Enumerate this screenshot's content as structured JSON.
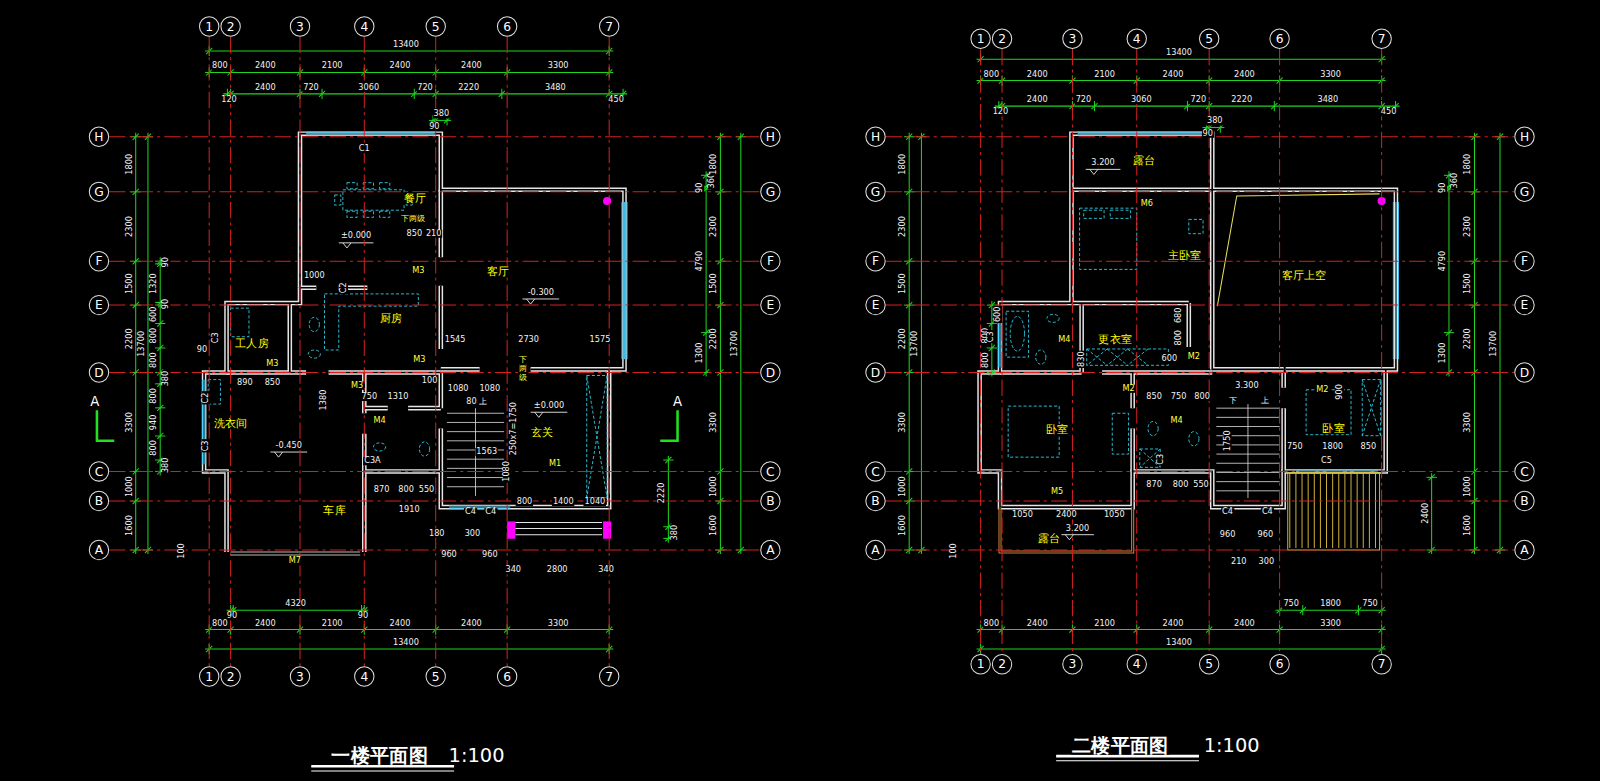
{
  "diagram": {
    "nodes": [
      {
        "text": [
          "1"
        ]
      },
      {
        "text": [
          "2"
        ]
      },
      {
        "text": [
          "3"
        ]
      },
      {
        "text": [
          "4"
        ]
      },
      {
        "text": [
          "5"
        ]
      },
      {
        "text": [
          "6"
        ]
      },
      {
        "text": [
          "7"
        ]
      },
      {
        "text": [
          "1"
        ]
      },
      {
        "text": [
          "2"
        ]
      },
      {
        "text": [
          "3"
        ]
      },
      {
        "text": [
          "4"
        ]
      },
      {
        "text": [
          "5"
        ]
      },
      {
        "text": [
          "6"
        ]
      },
      {
        "text": [
          "7"
        ]
      },
      {
        "text": [
          "H"
        ]
      },
      {
        "text": [
          "G"
        ]
      },
      {
        "text": [
          "F"
        ]
      },
      {
        "text": [
          "E"
        ]
      },
      {
        "text": [
          "D"
        ]
      },
      {
        "text": [
          "C"
        ]
      },
      {
        "text": [
          "B"
        ]
      },
      {
        "text": [
          "A"
        ]
      },
      {
        "text": [
          "H"
        ]
      },
      {
        "text": [
          "G"
        ]
      },
      {
        "text": [
          "F"
        ]
      },
      {
        "text": [
          "E"
        ]
      },
      {
        "text": [
          "D"
        ]
      },
      {
        "text": [
          "C"
        ]
      },
      {
        "text": [
          "B"
        ]
      },
      {
        "text": [
          "A"
        ]
      },
      {
        "text": [
          "H"
        ]
      },
      {
        "text": [
          "G"
        ]
      },
      {
        "text": [
          "F"
        ]
      },
      {
        "text": [
          "E"
        ]
      },
      {
        "text": [
          "D"
        ]
      },
      {
        "text": [
          "C"
        ]
      },
      {
        "text": [
          "B"
        ]
      },
      {
        "text": [
          "A"
        ]
      },
      {
        "text": [
          "H"
        ]
      },
      {
        "text": [
          "G"
        ]
      },
      {
        "text": [
          "F"
        ]
      },
      {
        "text": [
          "E"
        ]
      },
      {
        "text": [
          "D"
        ]
      },
      {
        "text": [
          "C"
        ]
      },
      {
        "text": [
          "B"
        ]
      },
      {
        "text": [
          "A"
        ]
      },
      {
        "text": [
          "1"
        ]
      },
      {
        "text": [
          "2"
        ]
      },
      {
        "text": [
          "3"
        ]
      },
      {
        "text": [
          "4"
        ]
      },
      {
        "text": [
          "5"
        ]
      },
      {
        "text": [
          "6"
        ]
      },
      {
        "text": [
          "7"
        ]
      },
      {
        "text": [
          "1"
        ]
      },
      {
        "text": [
          "2"
        ]
      },
      {
        "text": [
          "3"
        ]
      },
      {
        "text": [
          "4"
        ]
      },
      {
        "text": [
          "5"
        ]
      },
      {
        "text": [
          "6"
        ]
      },
      {
        "text": [
          "7"
        ]
      }
    ],
    "edges": [
      {
        "from": 0,
        "to": 46,
        "arrow": "none"
      },
      {
        "from": 1,
        "to": 47,
        "arrow": "none"
      },
      {
        "from": 2,
        "to": 48,
        "arrow": "none"
      },
      {
        "from": 3,
        "to": 49,
        "arrow": "none"
      },
      {
        "from": 4,
        "to": 50,
        "arrow": "none"
      },
      {
        "from": 5,
        "to": 51,
        "arrow": "none"
      },
      {
        "from": 6,
        "to": 52,
        "arrow": "none"
      },
      {
        "from": 7,
        "to": 53,
        "arrow": "none"
      },
      {
        "from": 8,
        "to": 54,
        "arrow": "none"
      },
      {
        "from": 9,
        "to": 55,
        "arrow": "none"
      },
      {
        "from": 10,
        "to": 56,
        "arrow": "none"
      },
      {
        "from": 11,
        "to": 57,
        "arrow": "none"
      },
      {
        "from": 12,
        "to": 58,
        "arrow": "none"
      },
      {
        "from": 13,
        "to": 59,
        "arrow": "none"
      },
      {
        "from": 14,
        "to": 22,
        "arrow": "none"
      },
      {
        "from": 15,
        "to": 23,
        "arrow": "none"
      },
      {
        "from": 16,
        "to": 24,
        "arrow": "none"
      },
      {
        "from": 17,
        "to": 25,
        "arrow": "none"
      },
      {
        "from": 18,
        "to": 26,
        "arrow": "none"
      },
      {
        "from": 19,
        "to": 27,
        "arrow": "none"
      },
      {
        "from": 20,
        "to": 28,
        "arrow": "none"
      },
      {
        "from": 21,
        "to": 29,
        "arrow": "none"
      },
      {
        "from": 30,
        "to": 38,
        "arrow": "none"
      },
      {
        "from": 31,
        "to": 39,
        "arrow": "none"
      },
      {
        "from": 32,
        "to": 40,
        "arrow": "none"
      },
      {
        "from": 33,
        "to": 41,
        "arrow": "none"
      },
      {
        "from": 34,
        "to": 42,
        "arrow": "none"
      },
      {
        "from": 35,
        "to": 43,
        "arrow": "none"
      },
      {
        "from": 36,
        "to": 44,
        "arrow": "none"
      },
      {
        "from": 37,
        "to": 45,
        "arrow": "none"
      }
    ],
    "labels": [
      "13400",
      "800",
      "2400",
      "2100",
      "2400",
      "2400",
      "3300",
      "120",
      "2400",
      "720",
      "3060",
      "720",
      "2220",
      "3480",
      "450",
      "90",
      "380",
      "90",
      "4320",
      "90",
      "800",
      "2400",
      "2100",
      "2400",
      "2400",
      "3300",
      "13400",
      "1800",
      "2300",
      "1500",
      "2200",
      "3300",
      "1000",
      "1600",
      "13700",
      "90",
      "1320",
      "90",
      "600",
      "800",
      "800",
      "380",
      "800",
      "940",
      "800",
      "380",
      "360",
      "90",
      "4790",
      "1300",
      "1800",
      "2300",
      "1500",
      "2200",
      "3300",
      "1000",
      "1600",
      "13700",
      "2220",
      "380",
      "13400",
      "800",
      "2400",
      "2100",
      "2400",
      "2400",
      "3300",
      "120",
      "2400",
      "720",
      "3060",
      "720",
      "2220",
      "3480",
      "450",
      "90",
      "380",
      "750",
      "1800",
      "750",
      "800",
      "2400",
      "2100",
      "2400",
      "2400",
      "3300",
      "13400",
      "1800",
      "2300",
      "1500",
      "2200",
      "3300",
      "1000",
      "1600",
      "13700",
      "600",
      "800",
      "800",
      "360",
      "90",
      "4790",
      "1300",
      "1800",
      "2300",
      "1500",
      "2200",
      "3300",
      "1000",
      "1600",
      "13700",
      "2400",
      "C1",
      "餐厅",
      "下两级",
      "±0.000",
      "850",
      "210",
      "M3",
      "C2",
      "1000",
      "客厅",
      "-0.300",
      "厨房",
      "M3",
      "1545",
      "2730",
      "1575",
      "C3",
      "工人房",
      "M3",
      "90",
      "890",
      "850",
      "1380",
      "M3",
      "750",
      "1310",
      "100",
      "1080",
      "1080",
      "80",
      "上",
      "下两级",
      "C2",
      "C3",
      "洗衣间",
      "M4",
      "±0.000",
      "250x7=1750",
      "玄关",
      "-0.450",
      "1563",
      "M1",
      "1080",
      "C3A",
      "870",
      "800",
      "550",
      "1910",
      "C4",
      "C4",
      "800",
      "1400",
      "1040",
      "车库",
      "180",
      "300",
      "960",
      "960",
      "340",
      "2800",
      "340",
      "100",
      "A",
      "A",
      "M7",
      "一楼平面图",
      "1:100",
      "3.200",
      "露台",
      "M6",
      "主卧室",
      "客厅上空",
      "C3",
      "M4",
      "更衣室",
      "680",
      "800",
      "600",
      "M2",
      "830",
      "M2",
      "3.300",
      "850",
      "750",
      "800",
      "M2",
      "900",
      "下",
      "上",
      "卧室",
      "M4",
      "1750",
      "卧室",
      "C3",
      "750",
      "1800",
      "850",
      "C5",
      "870",
      "800",
      "550",
      "M5",
      "C4",
      "C4",
      "1050",
      "2400",
      "1050",
      "3.200",
      "露台",
      "960",
      "960",
      "210",
      "300",
      "100",
      "二楼平面图",
      "1:100"
    ]
  }
}
